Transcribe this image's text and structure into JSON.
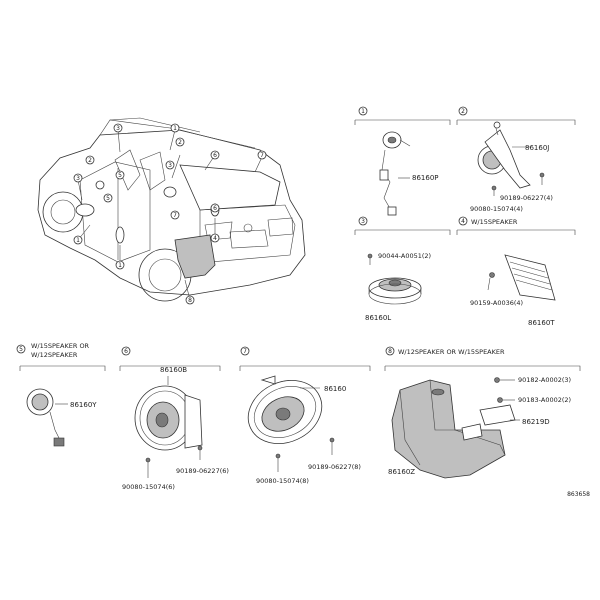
{
  "sections": {
    "s1": {
      "num": "1"
    },
    "s2": {
      "num": "2"
    },
    "s3": {
      "num": "3"
    },
    "s4": {
      "num": "4",
      "label": "W/15SPEAKER"
    },
    "s5": {
      "num": "5",
      "label_line1": "W/15SPEAKER OR",
      "label_line2": "W/12SPEAKER"
    },
    "s6": {
      "num": "6"
    },
    "s7": {
      "num": "7"
    },
    "s8": {
      "num": "8",
      "label": "W/12SPEAKER OR W/15SPEAKER"
    }
  },
  "vehicle_callouts": [
    "3",
    "1",
    "2",
    "2",
    "6",
    "7",
    "5",
    "3",
    "3",
    "5",
    "1",
    "7",
    "8",
    "4",
    "1",
    "6"
  ],
  "parts": {
    "p86160P": "86160P",
    "p86160J": "86160J",
    "p90189_06227_4": "90189-06227(4)",
    "p90080_15074_4": "90080-15074(4)",
    "p90044_A0051": "90044-A0051(2)",
    "p86160L": "86160L",
    "p90159_A0036": "90159-A0036(4)",
    "p86160T": "86160T",
    "p86160Y": "86160Y",
    "p86160B": "86160B",
    "p90189_06227_6": "90189-06227(6)",
    "p90080_15074_6": "90080-15074(6)",
    "p86160": "86160",
    "p90189_06227_8": "90189-06227(8)",
    "p90080_15074_8": "90080-15074(8)",
    "p90182_A0002_3": "90182-A0002(3)",
    "p90183_A0002_2": "90183-A0002(2)",
    "p86219D": "86219D",
    "p86160Z": "86160Z"
  },
  "diagram_id": "863658"
}
